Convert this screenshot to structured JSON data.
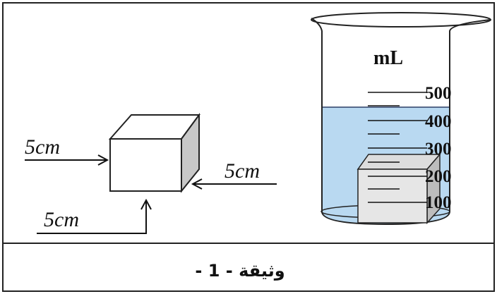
{
  "cube": {
    "edge_labels": [
      "5cm",
      "5cm",
      "5cm"
    ]
  },
  "beaker": {
    "unit": "mL",
    "graduations": [
      "500",
      "400",
      "300",
      "200",
      "100"
    ],
    "water_color": "#b9d9f1"
  },
  "caption": {
    "text": "وثيقة - 1 -"
  }
}
